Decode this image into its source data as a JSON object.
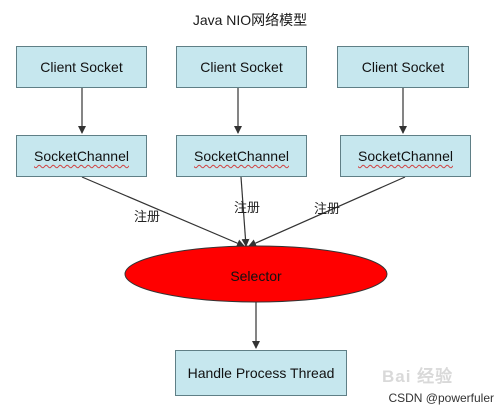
{
  "title": "Java NIO网络模型",
  "clients": [
    {
      "label": "Client Socket"
    },
    {
      "label": "Client Socket"
    },
    {
      "label": "Client Socket"
    }
  ],
  "channels": [
    {
      "label": "SocketChannel"
    },
    {
      "label": "SocketChannel"
    },
    {
      "label": "SocketChannel"
    }
  ],
  "register_labels": [
    "注册",
    "注册",
    "注册"
  ],
  "selector": {
    "label": "Selector",
    "fill": "#ff0000"
  },
  "handler": {
    "label": "Handle Process Thread"
  },
  "colors": {
    "box_fill": "#c6e7ee",
    "box_border": "#5f7f86",
    "arrow": "#333333"
  },
  "watermark": {
    "csdn": "CSDN @powerfuler",
    "faint": "Bai 经验"
  }
}
